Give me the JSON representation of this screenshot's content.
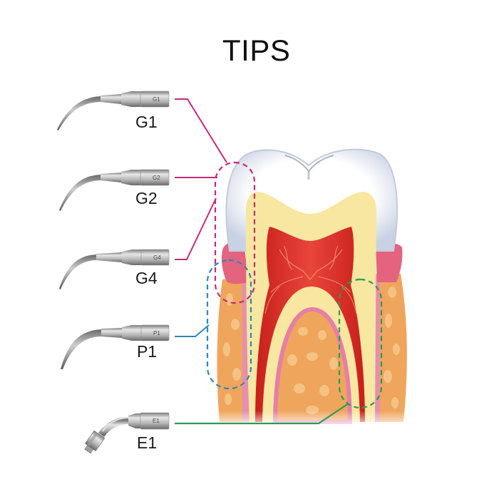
{
  "title": "TIPS",
  "tips": [
    {
      "label": "G1",
      "handle_label": "G1",
      "connector_color_key": "pink"
    },
    {
      "label": "G2",
      "handle_label": "G2",
      "connector_color_key": "pink"
    },
    {
      "label": "G4",
      "handle_label": "G4",
      "connector_color_key": "pink"
    },
    {
      "label": "P1",
      "handle_label": "P1",
      "connector_color_key": "blue"
    },
    {
      "label": "E1",
      "handle_label": "E1",
      "connector_color_key": "green"
    }
  ],
  "highlight_regions": [
    {
      "name": "pink-region",
      "style": "dashed",
      "color_key": "pink",
      "linked_tips": [
        "G1",
        "G2",
        "G4"
      ]
    },
    {
      "name": "blue-region",
      "style": "dashed",
      "color_key": "blue",
      "linked_tips": [
        "P1"
      ]
    },
    {
      "name": "green-region",
      "style": "dashed",
      "color_key": "green",
      "linked_tips": [
        "E1"
      ]
    }
  ],
  "colors": {
    "pink": "#c8287a",
    "blue": "#2b86bd",
    "green": "#2e9a55",
    "enamel": "#ffffff",
    "dentin": "#f8e7a0",
    "pulp": "#e0392a",
    "gum": "#e4637e",
    "bone": "#efa55c",
    "ligament": "#e58fae",
    "metal": "#b4b4b4"
  }
}
